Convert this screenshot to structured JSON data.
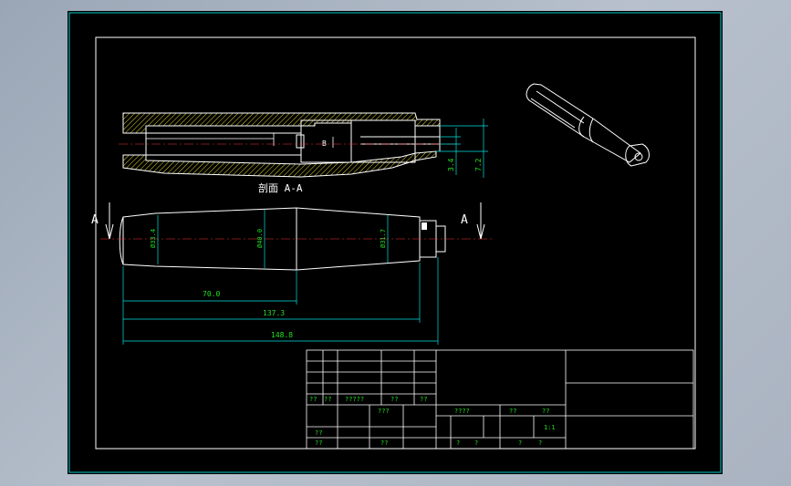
{
  "section_label": "剖面 A-A",
  "view_marker": "A",
  "detail_mark": "B",
  "dims": {
    "d1": "Ø33.4",
    "d2": "Ø40.0",
    "d3": "Ø31.7",
    "len1": "70.0",
    "len2": "137.3",
    "len3": "148.8",
    "v1": "3.4",
    "v2": "7.2"
  },
  "title_block": {
    "r1": [
      "??",
      "??",
      "?????",
      "??",
      "??"
    ],
    "r2": [
      "???",
      "????",
      "??",
      "??"
    ],
    "scale": "1:1",
    "r3": [
      "??"
    ],
    "r4": [
      "??",
      "??",
      "?",
      "?",
      "?",
      "?"
    ]
  },
  "colors": {
    "frame": "#00c8c8",
    "line": "#ffffff",
    "hatch": "#e0d830",
    "dim": "#00e0e0",
    "text": "#20e020"
  }
}
